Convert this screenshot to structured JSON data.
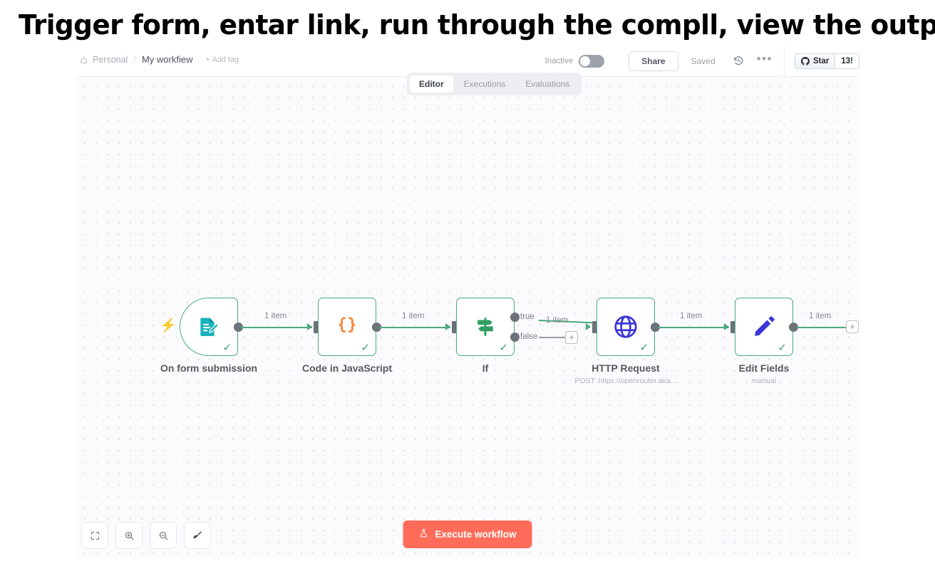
{
  "caption": "Trigger form, entar link, run through the compll, view the output results.",
  "topbar": {
    "home_icon": "home-icon",
    "project": "Personal",
    "separator": "/",
    "workflow_name": "My workfiew",
    "add_tag": "+ Add tag",
    "inactive_label": "Inactive",
    "toggle_state": "off",
    "share_label": "Share",
    "saved_label": "Saved",
    "history_icon": "history-icon",
    "more_icon": "ellipsis-icon",
    "github": {
      "icon": "github-icon",
      "label": "Star",
      "count": "13!"
    }
  },
  "tabs": [
    {
      "label": "Editor",
      "active": true
    },
    {
      "label": "Executions",
      "active": false
    },
    {
      "label": "Evaluations",
      "active": false
    }
  ],
  "nodes": [
    {
      "id": "trigger",
      "label": "On form submission",
      "sublabel": "",
      "icon": "form-document-icon",
      "icon_color": "#10b3b8",
      "shape": "trigger",
      "status": "success",
      "has_bolt": true
    },
    {
      "id": "code",
      "label": "Code in JavaScript",
      "sublabel": "",
      "icon": "curly-braces-icon",
      "icon_color": "#f58438",
      "shape": "rect",
      "status": "success",
      "has_bolt": false
    },
    {
      "id": "if",
      "label": "If",
      "sublabel": "",
      "icon": "signpost-icon",
      "icon_color": "#2f9e5f",
      "shape": "rect",
      "status": "success",
      "has_bolt": false
    },
    {
      "id": "http",
      "label": "HTTP Request",
      "sublabel": "POST: htips.//openrouter.ai/a...",
      "icon": "globe-icon",
      "icon_color": "#3b35d6",
      "shape": "rect",
      "status": "success",
      "has_bolt": false
    },
    {
      "id": "edit",
      "label": "Edit Fields",
      "sublabel": "manual",
      "icon": "pencil-icon",
      "icon_color": "#3b35d6",
      "shape": "rect",
      "status": "success",
      "has_bolt": false
    }
  ],
  "connections": {
    "trigger_to_code": "1 item",
    "code_to_if": "1 item",
    "if_true_branch": "true",
    "if_false_branch": "false",
    "if_to_http": "1 item",
    "http_to_edit": "1 item",
    "edit_to_end": "1 item"
  },
  "toolbar": {
    "zoom_to_fit": "zoom-to-fit-icon",
    "zoom_in": "zoom-in-icon",
    "zoom_out": "zoom-out-icon",
    "tidy_up": "tidy-up-broom-icon",
    "execute_label": "Execute workflow",
    "execute_icon": "flask-icon",
    "execute_color": "#ff6d5a"
  },
  "colors": {
    "node_border_success": "#49a97c",
    "wire": "#4aa87c",
    "wire_inactive": "#9b9ea4",
    "canvas_bg": "#fbfafc",
    "accent": "#ff6d5a"
  }
}
